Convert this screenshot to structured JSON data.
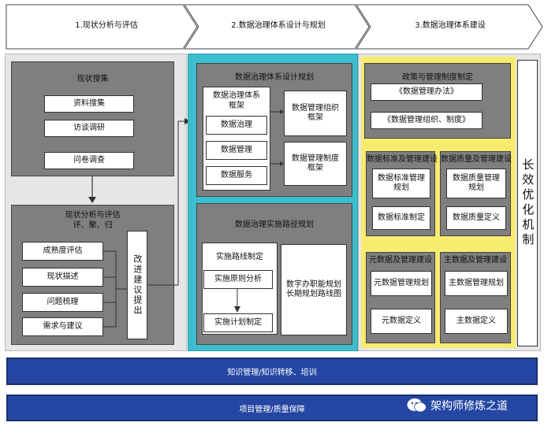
{
  "phases": [
    {
      "label": "1.现状分析与评估"
    },
    {
      "label": "2.数据治理体系设计与规划"
    },
    {
      "label": "3.数据治理体系建设"
    }
  ],
  "section1": {
    "survey_title": "现状搜集",
    "survey_items": [
      "资料搜集",
      "访谈调研",
      "问卷调查"
    ],
    "eval_title_line1": "现状分析与评估",
    "eval_title_line2": "评、聚、归",
    "eval_items": [
      "成熟度评估",
      "现状描述",
      "问题梳理",
      "需求与建议"
    ],
    "suggestion": "改进建议提出"
  },
  "section2": {
    "plan_title": "数据治理体系设计规划",
    "framework_title": "数据治理体系框架",
    "framework_items": [
      "数据治理",
      "数据管理",
      "数据服务"
    ],
    "org_framework": "数据管理组织框架",
    "policy_framework": "数据管理制度框架",
    "path_title": "数据治理实施路径规划",
    "route_title": "实施路线制定",
    "route_step1": "实施原则分析",
    "route_step2": "实施计划制定",
    "roadmap": "数字办职能规划长期规划路线图"
  },
  "section3": {
    "policy_title": "政策与管理制度制定",
    "policy_items": [
      "《数据管理办法》",
      "《数据管理组织、制度》"
    ],
    "std_title": "数据标准及管理建设",
    "std_items": [
      "数据标准管理规划",
      "数据标准制定"
    ],
    "quality_title": "数据质量及管理建设",
    "quality_items": [
      "数据质量管理规划",
      "数据质量定义"
    ],
    "meta_title": "元数据及管理建设",
    "meta_items": [
      "元数据管理规划",
      "元数据定义"
    ],
    "master_title": "主数据及管理建设",
    "master_items": [
      "主数据管理规划",
      "主数据定义"
    ],
    "longterm": "长效优化机制"
  },
  "bars": {
    "knowledge": "知识管理/知识转移、培训",
    "project": "项目管理/质量保障"
  },
  "watermark": "架构师修炼之道",
  "colors": {
    "section2_accent": "#3bbfcf",
    "section3_accent": "#f7ec6e",
    "bar_blue": "#2547a3",
    "panel_grey": "#7f7f7f"
  }
}
